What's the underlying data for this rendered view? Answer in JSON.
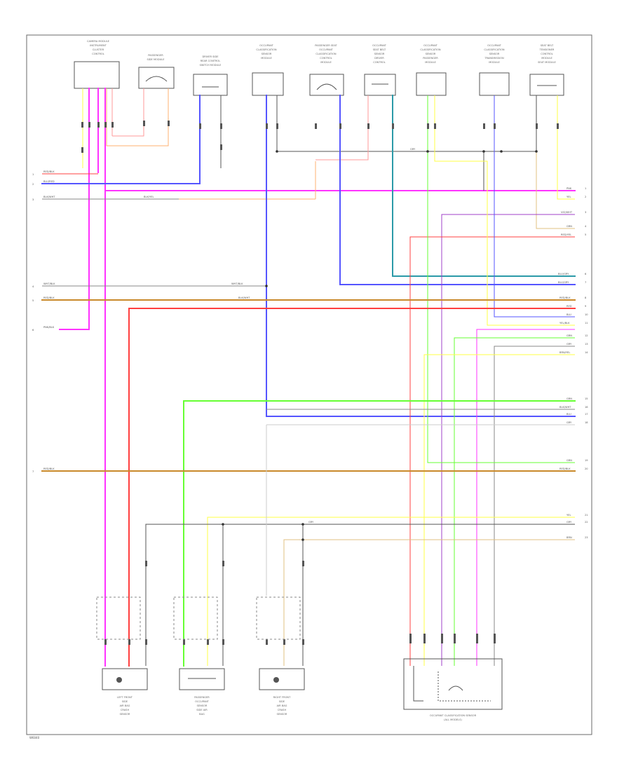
{
  "figure_id": "W6040",
  "colors": {
    "pink": "#ff33ff",
    "blue": "#5555ff",
    "red": "#ff4040",
    "green": "#66ff33",
    "yellow": "#ffff44",
    "brown": "#c98a2b",
    "salmon": "#ff9a9a",
    "orange": "#ffb070",
    "grey": "#888888",
    "teal": "#2b9aa8",
    "violet": "#a040c8",
    "tan": "#e0c080",
    "black": "#333333",
    "lightgrey": "#cccccc"
  },
  "components": {
    "top": [
      {
        "lines": [
          "CAMERA MODULE",
          "INSTRUMENT",
          "CLUSTER",
          "CONTROL"
        ]
      },
      {
        "lines": [
          "PASSENGER",
          "SIDE MODULE"
        ]
      },
      {
        "lines": [
          "DRIVER SIDE",
          "REAR CONTROL",
          "SWITCH MODULE"
        ]
      },
      {
        "lines": [
          "OCCUPANT",
          "CLASSIFICATION",
          "SENSOR",
          "MODULE"
        ]
      },
      {
        "lines": [
          "PASSENGER SEAT",
          "OCCUPANT",
          "CLASSIFICATION",
          "CONTROL",
          "MODULE"
        ]
      },
      {
        "lines": [
          "OCCUPANT",
          "SEAT BELT",
          "SENSOR",
          "DRIVER",
          "CONTROL"
        ]
      },
      {
        "lines": [
          "OCCUPANT",
          "CLASSIFICATION",
          "SENSOR",
          "PASSENGER",
          "MODULE"
        ]
      },
      {
        "lines": [
          "OCCUPANT",
          "CLASSIFICATION",
          "SENSOR",
          "TRANSMISSION",
          "MODULE"
        ]
      },
      {
        "lines": [
          "SEAT BELT",
          "TENSIONER",
          "CONTROL",
          "MODULE",
          "SEAT MODULE"
        ]
      }
    ],
    "bottom": [
      {
        "lines": [
          "LEFT FRONT",
          "SIDE",
          "AIR BAG",
          "CRASH",
          "SENSOR"
        ]
      },
      {
        "lines": [
          "PASSENGER",
          "OCCUPANT",
          "SENSOR",
          "SIDE AIR",
          "BAG"
        ]
      },
      {
        "lines": [
          "RIGHT FRONT",
          "SIDE",
          "AIR BAG",
          "CRASH",
          "SENSOR"
        ]
      },
      {
        "lines": [
          "OCCUPANT CLASSIFICATION SENSOR",
          "(ALL MODELS)"
        ]
      }
    ]
  },
  "wire_labels": {
    "left": [
      "RED/BLK",
      "BLU/RED",
      "BLK/WHT",
      "WHT/BLK",
      "RED/BLK",
      "PNK/BLK",
      "RED/BLK"
    ],
    "right": [
      "PNK",
      "YEL",
      "VIO/WHT",
      "GRN",
      "RED/YEL",
      "BLU/GRY",
      "BLU/GRY",
      "RED/BLK",
      "RED",
      "BLU",
      "YEL/BLK",
      "GRN",
      "GRY",
      "BRN/YEL",
      "GRN",
      "BLK/WHT",
      "BLU",
      "GRY",
      "GRN",
      "RED/BLK",
      "YEL",
      "GRY",
      "BRN"
    ],
    "center": [
      "BLK/YEL",
      "WHT/BLK",
      "BLK/WHT",
      "GRY",
      "GRY"
    ]
  },
  "pin_numbers_left": [
    "1",
    "2",
    "3",
    "4",
    "5",
    "6",
    "7"
  ],
  "pin_numbers_right": [
    "1",
    "2",
    "3",
    "4",
    "5",
    "6",
    "7",
    "8",
    "9",
    "10",
    "11",
    "12",
    "13",
    "14",
    "15",
    "16",
    "17",
    "18",
    "19",
    "20",
    "21",
    "22",
    "23"
  ]
}
